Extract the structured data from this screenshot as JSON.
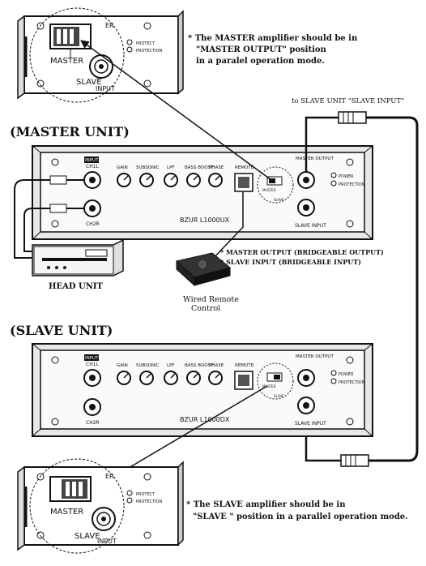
{
  "top_inset": {
    "master_label": "MASTER",
    "slave_label": "SLAVE",
    "input_label": "INPUT",
    "partial_label": "ER",
    "led1": "PROTECT",
    "led2": "PROTECTION"
  },
  "top_note": {
    "line1": "* The MASTER amplifier should be in",
    "line2": "\"MASTER OUTPUT\" position",
    "line3": "in a paralel operation mode."
  },
  "to_slave": "to SLAVE UNIT \"SLAVE INPUT\"",
  "master_unit_title": "(MASTER UNIT)",
  "slave_unit_title": "(SLAVE UNIT)",
  "amp": {
    "input": "INPUT",
    "ch1l": "CH1L",
    "ch2r": "CH2R",
    "knobs": [
      "GAIN",
      "SUBSONIC",
      "LPF",
      "BASS BOOST",
      "PHASE"
    ],
    "remote": "REMOTE",
    "master_output": "MASTER OUTPUT",
    "slave_input": "SLAVE INPUT",
    "power": "POWER",
    "protection": "PROTECTION",
    "model_master": "BZUR L1000UX",
    "model_slave": "BZUR L1000DX",
    "switch_master": "MASTER",
    "switch_slave": "SLAVE"
  },
  "master_notes": {
    "line1": "* MASTER OUTPUT (BRIDGEABLE OUTPUT)",
    "line2": "* SLAVE INPUT (BRIDGEABLE INPUT)"
  },
  "head_unit": "HEAD UNIT",
  "remote_control": {
    "line1": "Wired Remote",
    "line2": "Control"
  },
  "bottom_inset": {
    "master_label": "MASTER",
    "slave_label": "SLAVE",
    "input_label": "INPUT",
    "partial_label": "ER",
    "led1": "PROTECT",
    "led2": "PROTECTION"
  },
  "bottom_note": {
    "line1": "* The SLAVE amplifier should be in",
    "line2": "\"SLAVE \" position in a parallel operation mode."
  },
  "colors": {
    "ink": "#111111",
    "panel": "#f4f4f4"
  }
}
